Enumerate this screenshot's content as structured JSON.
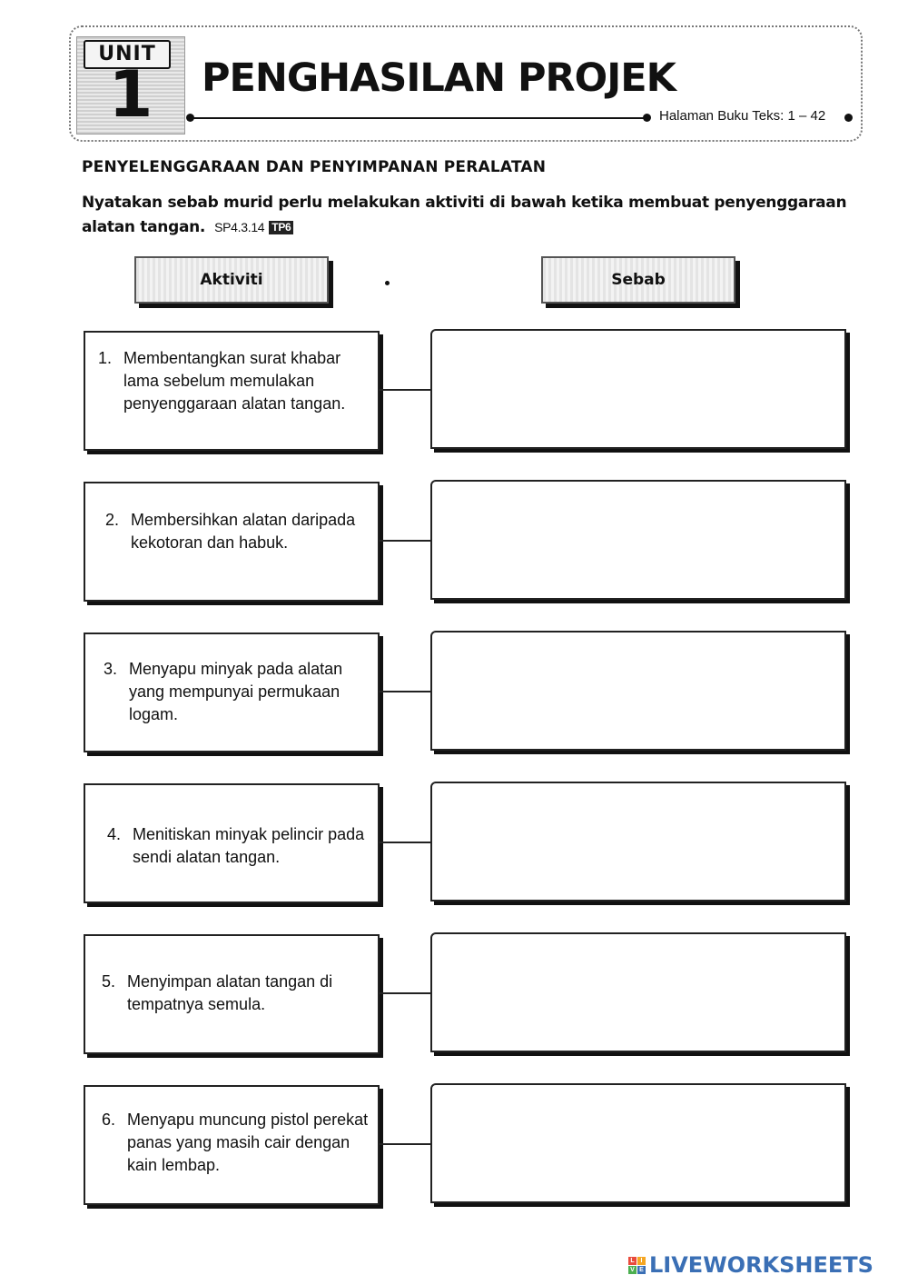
{
  "header": {
    "unit_word": "UNIT",
    "unit_number": "1",
    "title": "PENGHASILAN PROJEK",
    "textbook_ref": "Halaman Buku Teks: 1 – 42"
  },
  "section_title": "PENYELENGGARAAN DAN PENYIMPANAN PERALATAN",
  "instruction": {
    "text": "Nyatakan sebab murid perlu melakukan aktiviti di bawah ketika membuat penyenggaraan alatan tangan.",
    "code": "SP4.3.14",
    "level": "TP6"
  },
  "columns": {
    "left": "Aktiviti",
    "right": "Sebab"
  },
  "activities": [
    {
      "num": "1.",
      "text": "Membentangkan surat khabar lama sebelum memulakan penyenggaraan alatan tangan."
    },
    {
      "num": "2.",
      "text": "Membersihkan alatan daripada kekotoran dan habuk."
    },
    {
      "num": "3.",
      "text": "Menyapu minyak pada alatan yang mempunyai permukaan logam."
    },
    {
      "num": "4.",
      "text": "Menitiskan minyak pelincir pada sendi alatan tangan."
    },
    {
      "num": "5.",
      "text": "Menyimpan alatan tangan di tempatnya semula."
    },
    {
      "num": "6.",
      "text": "Menyapu muncung pistol perekat panas yang masih cair dengan kain lembap."
    }
  ],
  "answers": [
    "",
    "",
    "",
    "",
    "",
    ""
  ],
  "brand": {
    "text": "LIVEWORKSHEETS",
    "logo_letters": [
      "L",
      "I",
      "V",
      "E"
    ],
    "logo_colors": [
      "#e94b3c",
      "#f5a623",
      "#4caf50",
      "#3a6fb5"
    ]
  }
}
